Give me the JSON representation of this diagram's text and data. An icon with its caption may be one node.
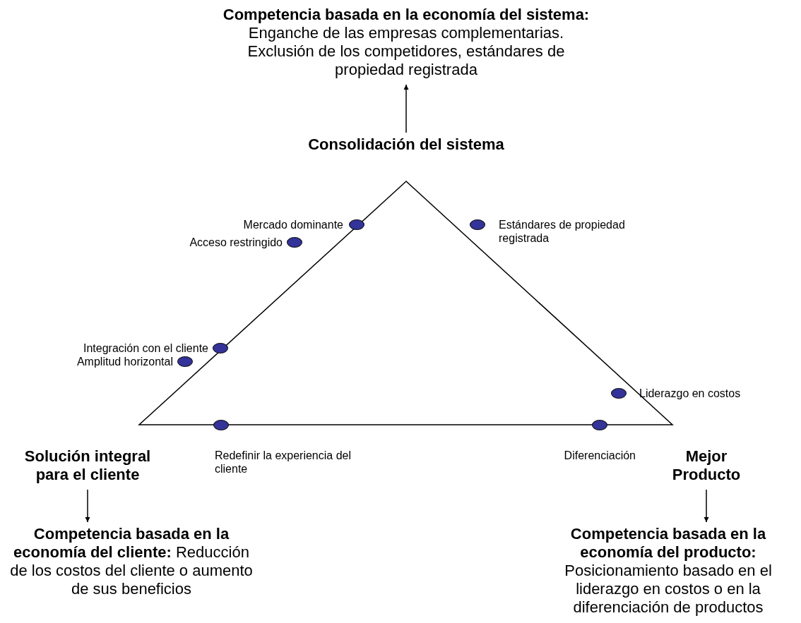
{
  "diagram": {
    "nodes": [
      {
        "text": [
          "Competencia basada en la economía del sistema:",
          "Enganche de las empresas complementarias. Exclusión de los competidores, estándares de propiedad registrada"
        ]
      },
      {
        "text": [
          "Consolidación del sistema"
        ]
      },
      {
        "text": [],
        "shape": "circle",
        "beside": [
          "Mercado dominante"
        ]
      },
      {
        "text": [],
        "shape": "circle",
        "beside": [
          "Estándares de propiedad registrada"
        ]
      },
      {
        "text": [],
        "shape": "circle",
        "beside": [
          "Acceso restringido"
        ]
      },
      {
        "text": [],
        "shape": "circle",
        "beside": [
          "Integración con el cliente"
        ]
      },
      {
        "text": [],
        "shape": "circle",
        "beside": [
          "Amplitud horizontal"
        ]
      },
      {
        "text": [],
        "shape": "circle",
        "beside": [
          "Liderazgo en costos"
        ]
      },
      {
        "text": [],
        "shape": "circle",
        "beside": [
          "Redefinir la experiencia del cliente"
        ]
      },
      {
        "text": [],
        "shape": "circle",
        "beside": [
          "Diferenciación"
        ]
      },
      {
        "text": [
          "Solución integral para el cliente"
        ]
      },
      {
        "text": [
          "Mejor Producto"
        ]
      },
      {
        "text": [
          "**Competencia basada en la economía del cliente:** Reducción de los costos del cliente o aumento de sus beneficios"
        ]
      },
      {
        "text": [
          "**Competencia basada en la economía del producto:** Posicionamiento basado en el liderazgo en costos o en la diferenciación de productos"
        ]
      }
    ],
    "edges": [
      {
        "from": 1,
        "to": 0,
        "arrow": "to"
      },
      {
        "from": 10,
        "to": 12,
        "arrow": "to"
      },
      {
        "from": 11,
        "to": 13,
        "arrow": "to"
      }
    ]
  }
}
